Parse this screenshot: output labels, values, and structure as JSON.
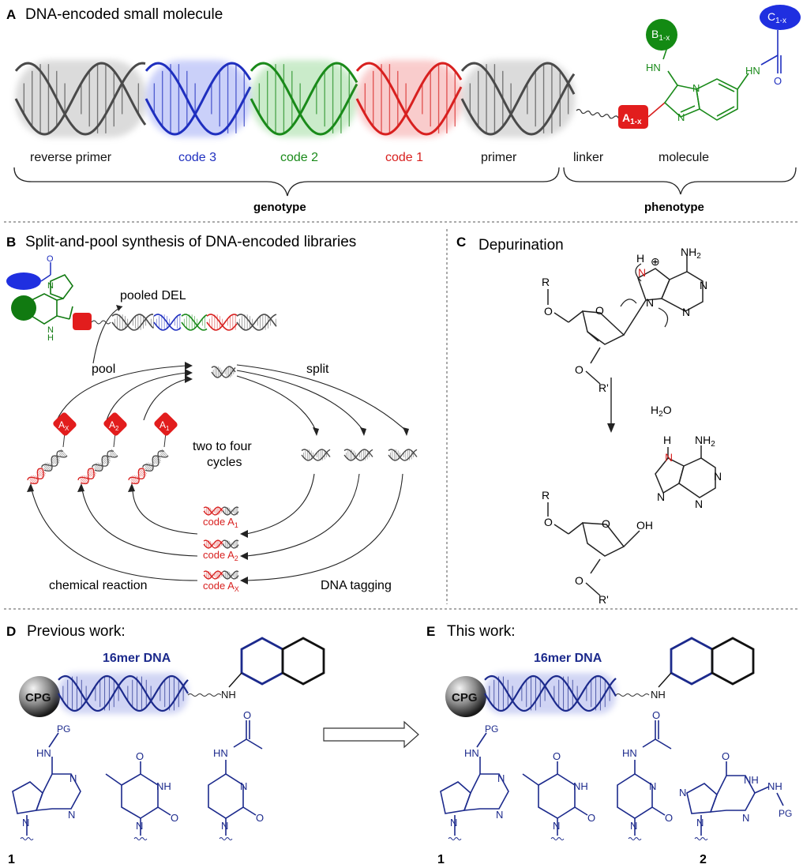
{
  "panel_a": {
    "letter": "A",
    "title": "DNA-encoded small molecule",
    "segments": {
      "reverse_primer": "reverse primer",
      "code3": "code 3",
      "code2": "code 2",
      "code1": "code 1",
      "primer": "primer",
      "linker": "linker",
      "molecule": "molecule"
    },
    "genotype": "genotype",
    "phenotype": "phenotype",
    "bb_a": "A",
    "bb_a_sub": "1-x",
    "bb_b": "B",
    "bb_b_sub": "1-x",
    "bb_c": "C",
    "bb_c_sub": "1-x",
    "atoms": {
      "hn": "HN",
      "hn2": "HN",
      "n1": "N",
      "n2": "N",
      "o": "O"
    }
  },
  "panel_b": {
    "letter": "B",
    "title": "Split-and-pool synthesis of DNA-encoded libraries",
    "pooled_del": "pooled DEL",
    "pool": "pool",
    "split": "split",
    "cycles_line1": "two to four",
    "cycles_line2": "cycles",
    "chemical_reaction": "chemical reaction",
    "dna_tagging": "DNA tagging",
    "code_prefix": "code A",
    "codes": [
      "1",
      "2",
      "X"
    ],
    "tags": [
      "X",
      "2",
      "1"
    ],
    "tag_letter": "A",
    "atoms": {
      "n": "N",
      "h": "H",
      "nh": "N",
      "o": "O"
    }
  },
  "panel_c": {
    "letter": "C",
    "title": "Depurination",
    "water": "H",
    "water_sub": "2",
    "water_o": "O",
    "atoms": {
      "r": "R",
      "o1": "O",
      "o_ring": "O",
      "o3": "O",
      "r2": "R'",
      "n_plus": "N",
      "h": "H",
      "plus": "⊕",
      "nh2": "NH",
      "nh2_sub": "2",
      "n_a": "N",
      "n_b": "N",
      "n_c": "N",
      "oh": "OH",
      "r_b": "R",
      "o_b": "O",
      "o_ring_b": "O",
      "o3_b": "O",
      "r2_b": "R'",
      "h_b": "H",
      "n_b1": "N",
      "nh2_b": "NH",
      "nh2_b_sub": "2",
      "n_b2": "N",
      "n_b3": "N",
      "n_b4": "N"
    }
  },
  "panel_d": {
    "letter": "D",
    "title": "Previous work:",
    "dna": "16mer DNA",
    "cpg": "CPG",
    "nh": "NH",
    "compound": "1"
  },
  "panel_e": {
    "letter": "E",
    "title": "This work:",
    "dna": "16mer DNA",
    "cpg": "CPG",
    "nh": "NH",
    "compound1": "1",
    "compound2": "2"
  },
  "nucleobase_atoms": {
    "pg": "PG",
    "hn": "HN",
    "n": "N",
    "o": "O",
    "nh": "NH"
  },
  "colors": {
    "grey_dna": "#4a4a4a",
    "blue": "#1f2fbf",
    "green": "#1a8a1a",
    "red": "#d8201f",
    "navy": "#1c2a8c",
    "dark_green": "#117a11"
  }
}
